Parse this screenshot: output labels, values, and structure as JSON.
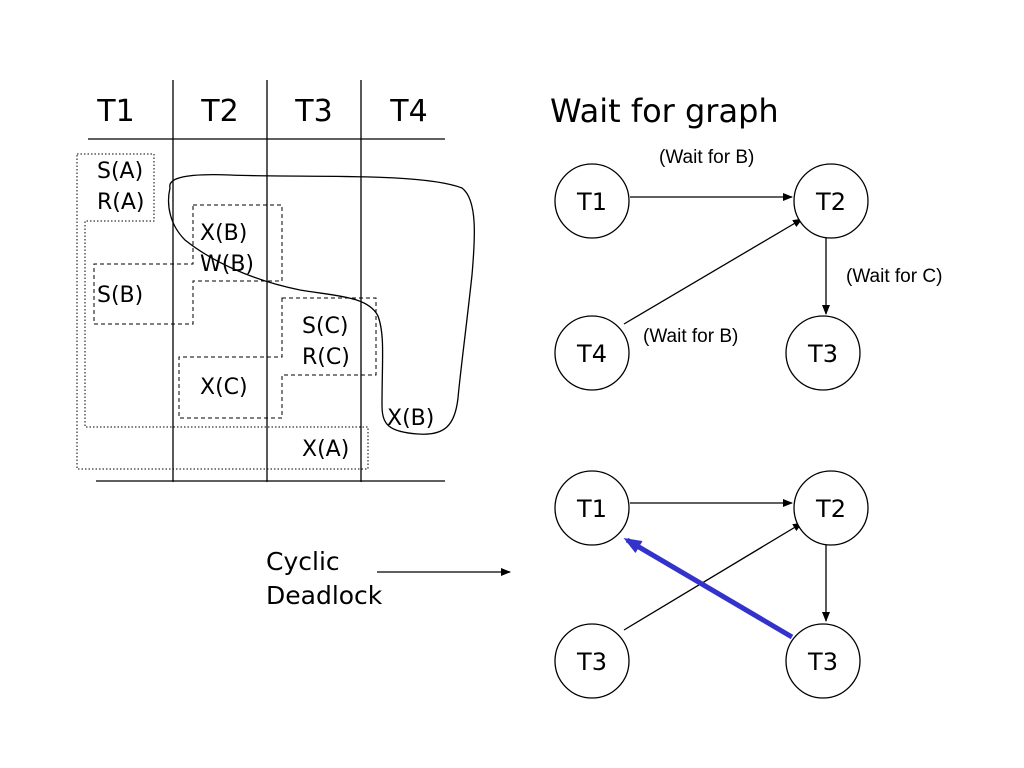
{
  "table": {
    "headers": [
      "T1",
      "T2",
      "T3",
      "T4"
    ],
    "ops": {
      "t1_sa": "S(A)",
      "t1_ra": "R(A)",
      "t2_xb": "X(B)",
      "t2_wb": "W(B)",
      "t1_sb": "S(B)",
      "t3_sc": "S(C)",
      "t3_rc": "R(C)",
      "t2_xc": "X(C)",
      "t4_xb": "X(B)",
      "t3_xa": "X(A)"
    }
  },
  "wait_for": {
    "title": "Wait for graph",
    "nodes": {
      "n1": "T1",
      "n2": "T2",
      "n3": "T4",
      "n4": "T3"
    },
    "labels": {
      "e12": "(Wait for B)",
      "e24": "(Wait for C)",
      "e32": "(Wait for B)"
    }
  },
  "deadlock": {
    "nodes": {
      "n1": "T1",
      "n2": "T2",
      "n3": "T3",
      "n4": "T3"
    },
    "caption_line1": "Cyclic",
    "caption_line2": "Deadlock",
    "cycle_color": "#3333cc"
  }
}
